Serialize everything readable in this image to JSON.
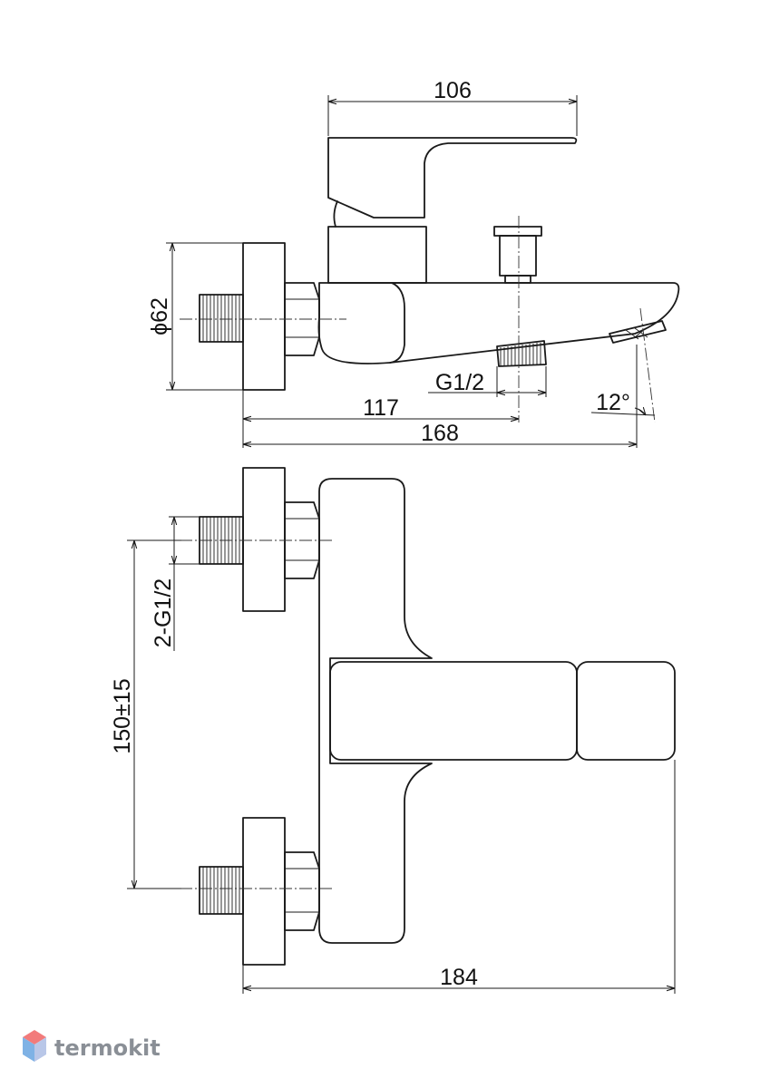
{
  "dimensions": {
    "handle_reach": "106",
    "wall_flange_diameter": "ϕ62",
    "outlet_thread": "G1/2",
    "outlet_offset": "117",
    "overall_depth": "168",
    "spout_angle": "12°",
    "inlet_threads": "2-G1/2",
    "inlet_spacing": "150±15",
    "overall_width": "184"
  },
  "watermark": {
    "brand": "termokit",
    "colors": {
      "top": "#f27b7b",
      "left": "#7fb2e5",
      "right": "#b9c7e8",
      "text": "#8a8f96"
    }
  }
}
